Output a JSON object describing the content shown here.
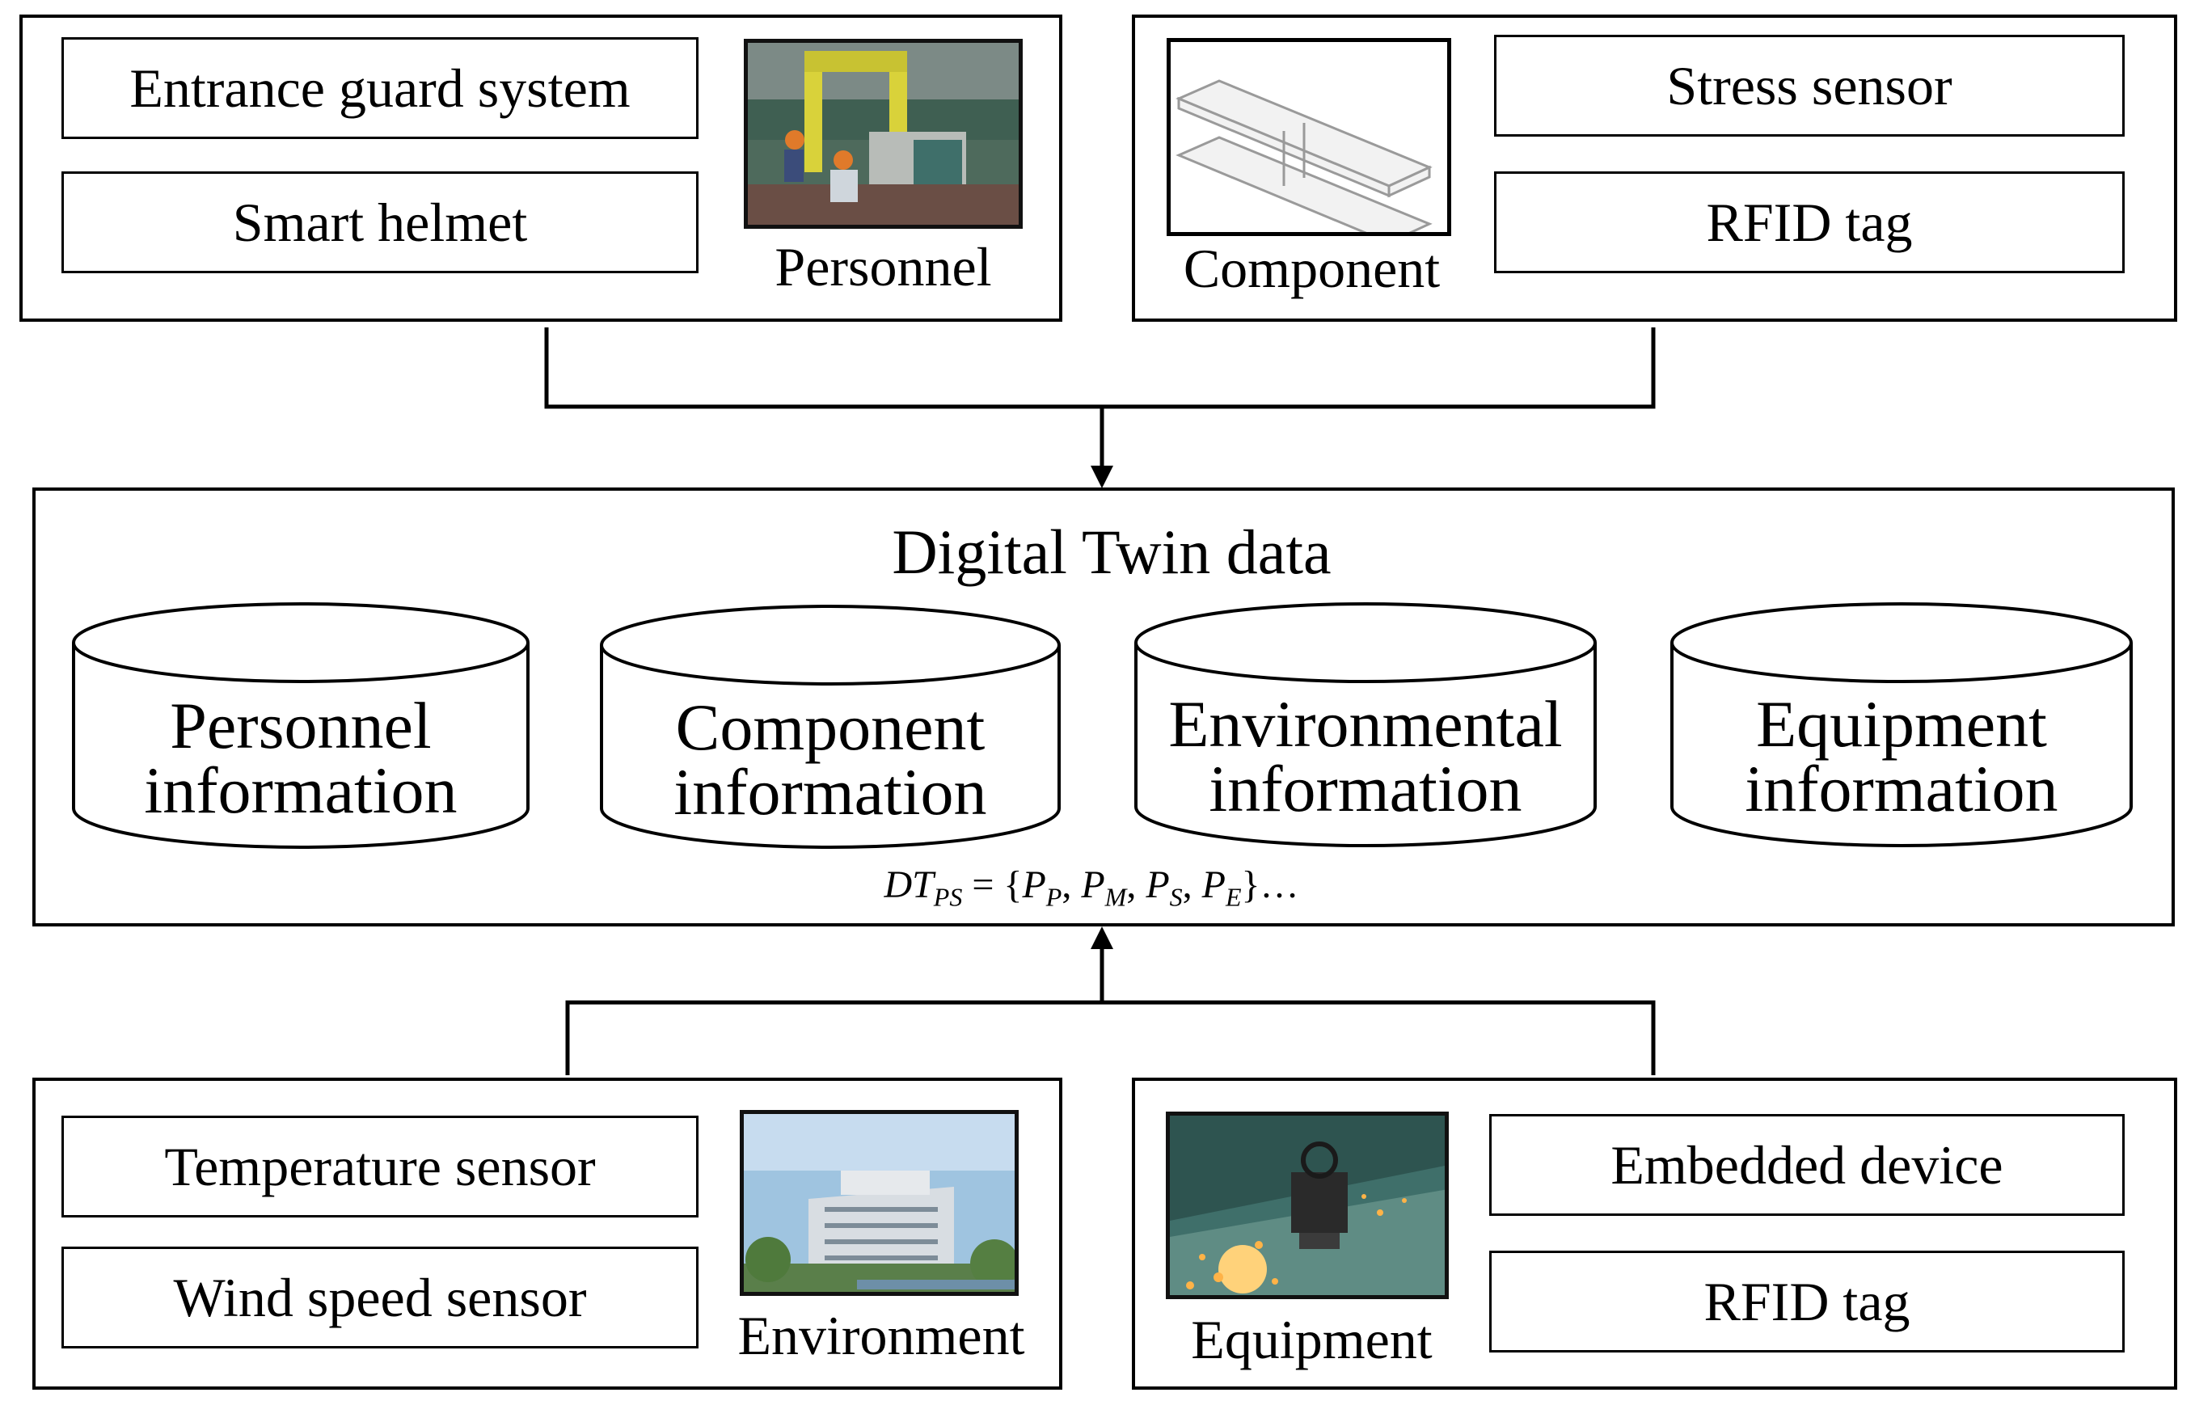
{
  "top_left": {
    "boxes": [
      "Entrance guard system",
      "Smart helmet"
    ],
    "image_caption": "Personnel"
  },
  "top_right": {
    "image_caption": "Component",
    "boxes": [
      "Stress sensor",
      "RFID tag"
    ]
  },
  "center": {
    "title": "Digital Twin data",
    "databases": [
      {
        "line1": "Personnel",
        "line2": "information"
      },
      {
        "line1": "Component",
        "line2": "information"
      },
      {
        "line1": "Environmental",
        "line2": "information"
      },
      {
        "line1": "Equipment",
        "line2": "information"
      }
    ],
    "formula": {
      "lhs": "DT",
      "lhs_sub": "PS",
      "eq": " = {",
      "terms": [
        {
          "base": "P",
          "sub": "P"
        },
        {
          "base": "P",
          "sub": "M"
        },
        {
          "base": "P",
          "sub": "S"
        },
        {
          "base": "P",
          "sub": "E"
        }
      ],
      "tail": "}…"
    }
  },
  "bottom_left": {
    "boxes": [
      "Temperature sensor",
      "Wind speed sensor"
    ],
    "image_caption": "Environment"
  },
  "bottom_right": {
    "image_caption": "Equipment",
    "boxes": [
      "Embedded device",
      "RFID tag"
    ]
  }
}
